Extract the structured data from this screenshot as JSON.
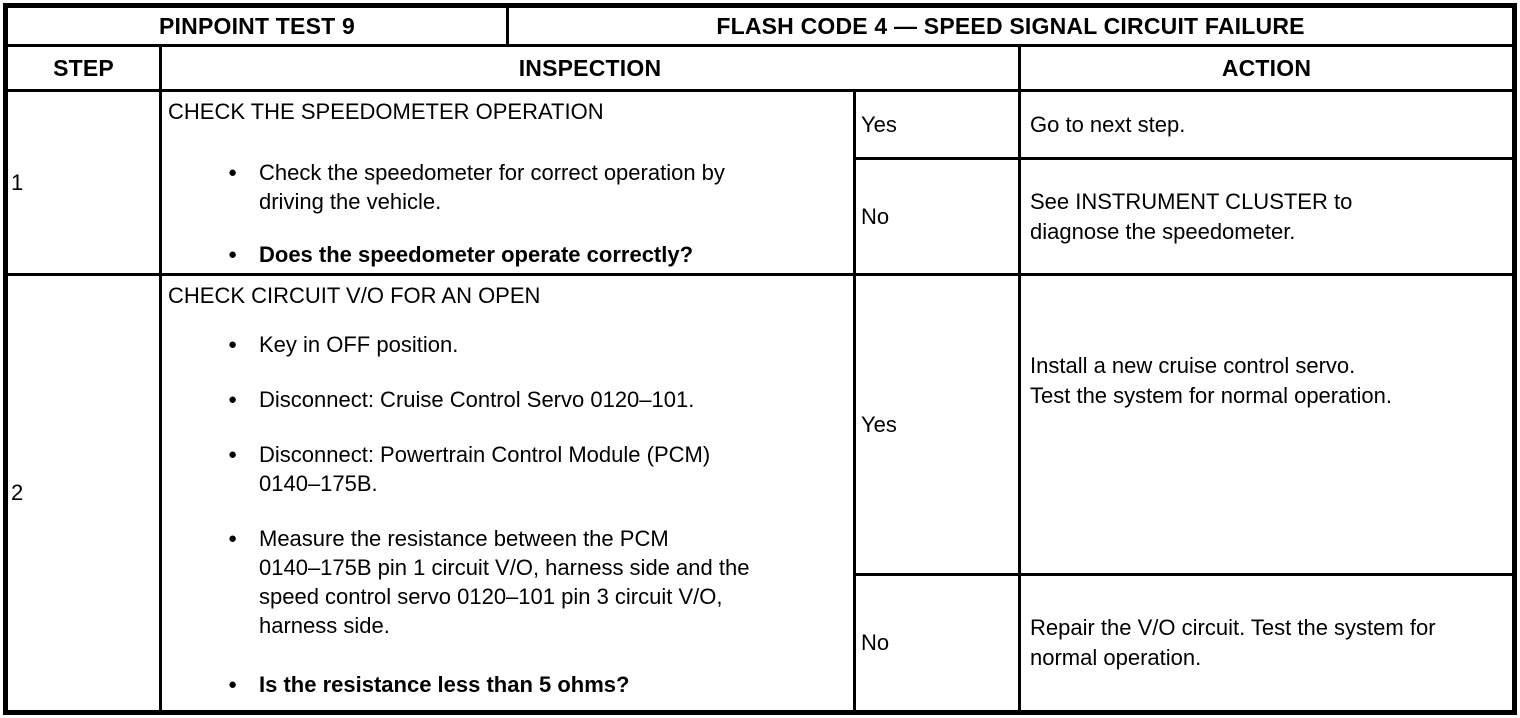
{
  "title_row": {
    "left": "PINPOINT TEST 9",
    "right": "FLASH CODE 4 — SPEED SIGNAL CIRCUIT FAILURE"
  },
  "headers": {
    "step": "STEP",
    "inspection": "INSPECTION",
    "action": "ACTION"
  },
  "bullet_glyph": "●",
  "steps": [
    {
      "number": "1",
      "inspection_title": "CHECK THE SPEEDOMETER OPERATION",
      "bullets": [
        {
          "text": "Check the speedometer for correct operation by\ndriving the vehicle.",
          "bold": false
        },
        {
          "text": "Does the speedometer operate correctly?",
          "bold": true
        }
      ],
      "results": [
        {
          "answer": "Yes",
          "action": "Go to next step."
        },
        {
          "answer": "No",
          "action": "See INSTRUMENT CLUSTER to\ndiagnose the speedometer."
        }
      ]
    },
    {
      "number": "2",
      "inspection_title": "CHECK CIRCUIT V/O FOR AN OPEN",
      "bullets": [
        {
          "text": "Key in OFF position.",
          "bold": false
        },
        {
          "text": "Disconnect: Cruise Control Servo 0120–101.",
          "bold": false
        },
        {
          "text": "Disconnect: Powertrain Control Module (PCM)\n0140–175B.",
          "bold": false
        },
        {
          "text": "Measure the resistance between the PCM\n0140–175B pin 1 circuit V/O, harness side and the\nspeed control servo 0120–101 pin 3 circuit V/O,\nharness side.",
          "bold": false
        },
        {
          "text": "Is the resistance less than 5 ohms?",
          "bold": true
        }
      ],
      "results": [
        {
          "answer": "Yes",
          "action": "Install a new cruise control servo.\nTest the system for normal operation."
        },
        {
          "answer": "No",
          "action": "Repair the V/O circuit. Test the system for\nnormal operation."
        }
      ]
    }
  ]
}
